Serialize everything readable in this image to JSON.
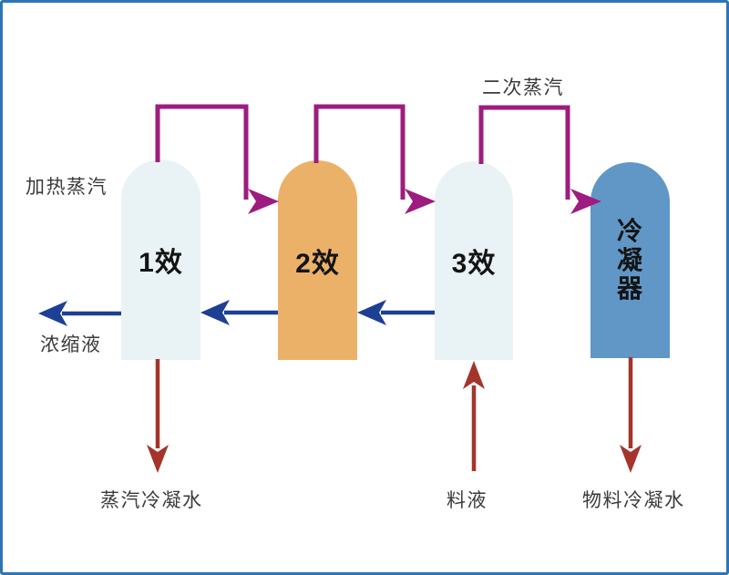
{
  "colors": {
    "frame_border": "#2d74b6",
    "vessel_light": "#e9f3f6",
    "vessel_orange": "#ecb169",
    "condenser_blue": "#6197c6",
    "steam_line": "#9e1c7f",
    "liquid_arrow": "#1d4094",
    "condensate_arrow": "#a5342a",
    "annotation_text": "#3b3b3b",
    "vessel_label_text": "#141414"
  },
  "diagram": {
    "type": "process-flow",
    "vessels": [
      {
        "id": "effect-1",
        "label": "1效",
        "fill_role": "vessel_light"
      },
      {
        "id": "effect-2",
        "label": "2效",
        "fill_role": "vessel_orange"
      },
      {
        "id": "effect-3",
        "label": "3效",
        "fill_role": "vessel_light"
      },
      {
        "id": "condenser",
        "label": "冷凝器",
        "fill_role": "condenser_blue",
        "orientation": "vertical"
      }
    ],
    "labels": {
      "heating_steam": "加热蒸汽",
      "secondary_steam": "二次蒸汽",
      "concentrate": "浓缩液",
      "steam_condensate": "蒸汽冷凝水",
      "feed": "料液",
      "material_condensate": "物料冷凝水"
    },
    "flows": [
      {
        "name": "steam-1-to-2",
        "color_role": "steam_line",
        "from": "1效",
        "to": "2效",
        "path": "over-top"
      },
      {
        "name": "steam-2-to-3",
        "color_role": "steam_line",
        "from": "2效",
        "to": "3效",
        "path": "over-top"
      },
      {
        "name": "steam-3-to-condenser",
        "color_role": "steam_line",
        "from": "3效",
        "to": "冷凝器",
        "path": "over-top",
        "label": "二次蒸汽"
      },
      {
        "name": "liquid-2-to-1",
        "color_role": "liquid_arrow",
        "from": "2效",
        "to": "1效",
        "direction": "left"
      },
      {
        "name": "liquid-3-to-2",
        "color_role": "liquid_arrow",
        "from": "3效",
        "to": "2效",
        "direction": "left"
      },
      {
        "name": "concentrate-out",
        "color_role": "liquid_arrow",
        "from": "1效",
        "to": "浓缩液",
        "direction": "left"
      },
      {
        "name": "steam-condensate-out",
        "color_role": "condensate_arrow",
        "from": "1效",
        "to": "蒸汽冷凝水",
        "direction": "down"
      },
      {
        "name": "feed-in",
        "color_role": "condensate_arrow",
        "from": "料液",
        "to": "3效",
        "direction": "up"
      },
      {
        "name": "material-condensate-out",
        "color_role": "condensate_arrow",
        "from": "冷凝器",
        "to": "物料冷凝水",
        "direction": "down"
      }
    ]
  }
}
